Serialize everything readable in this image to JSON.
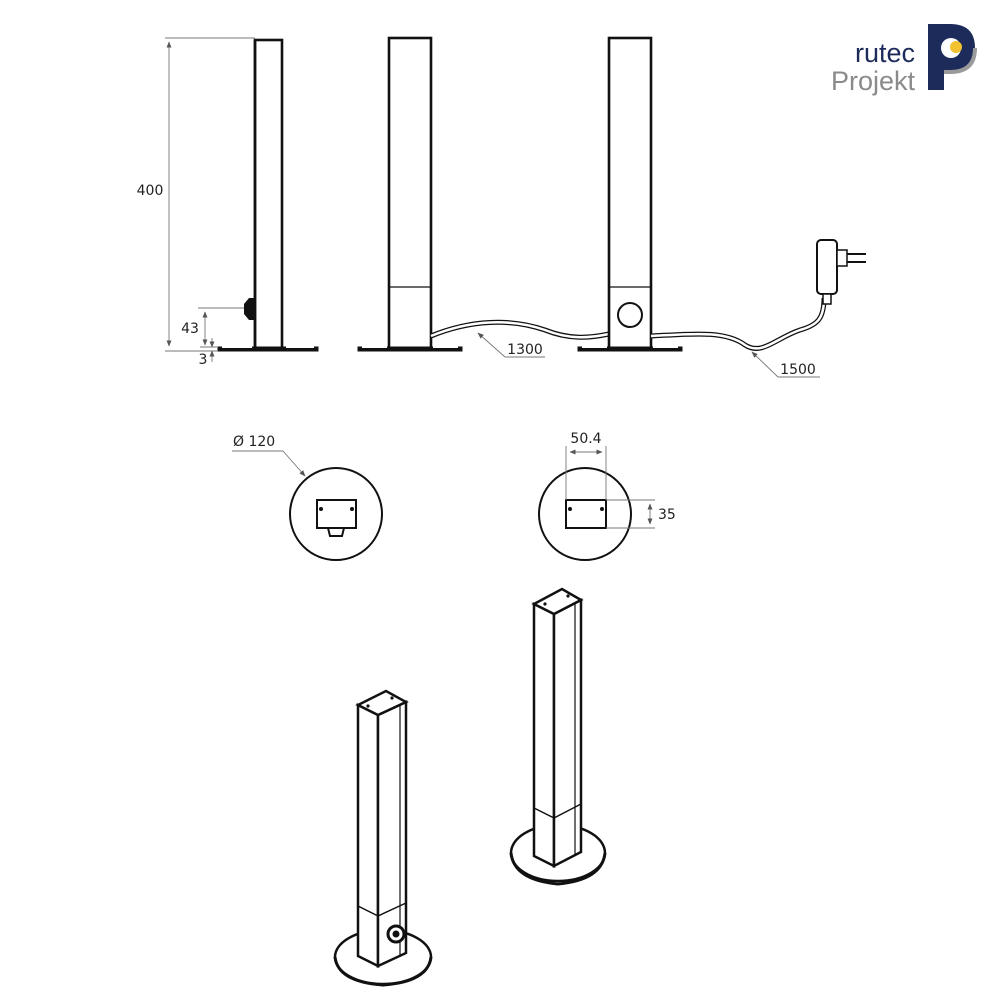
{
  "brand": {
    "name_line1": "rutec",
    "name_line2": "Projekt",
    "colors": {
      "navy": "#1c2b5a",
      "gold": "#f2c230",
      "gray": "#8a8a8a"
    }
  },
  "dimensions": {
    "height": "400",
    "sensor_height": "43",
    "base_thickness": "3",
    "cable_1": "1300",
    "cable_2": "1500",
    "base_diameter": "Ø 120",
    "module_width": "50.4",
    "module_depth": "35"
  }
}
